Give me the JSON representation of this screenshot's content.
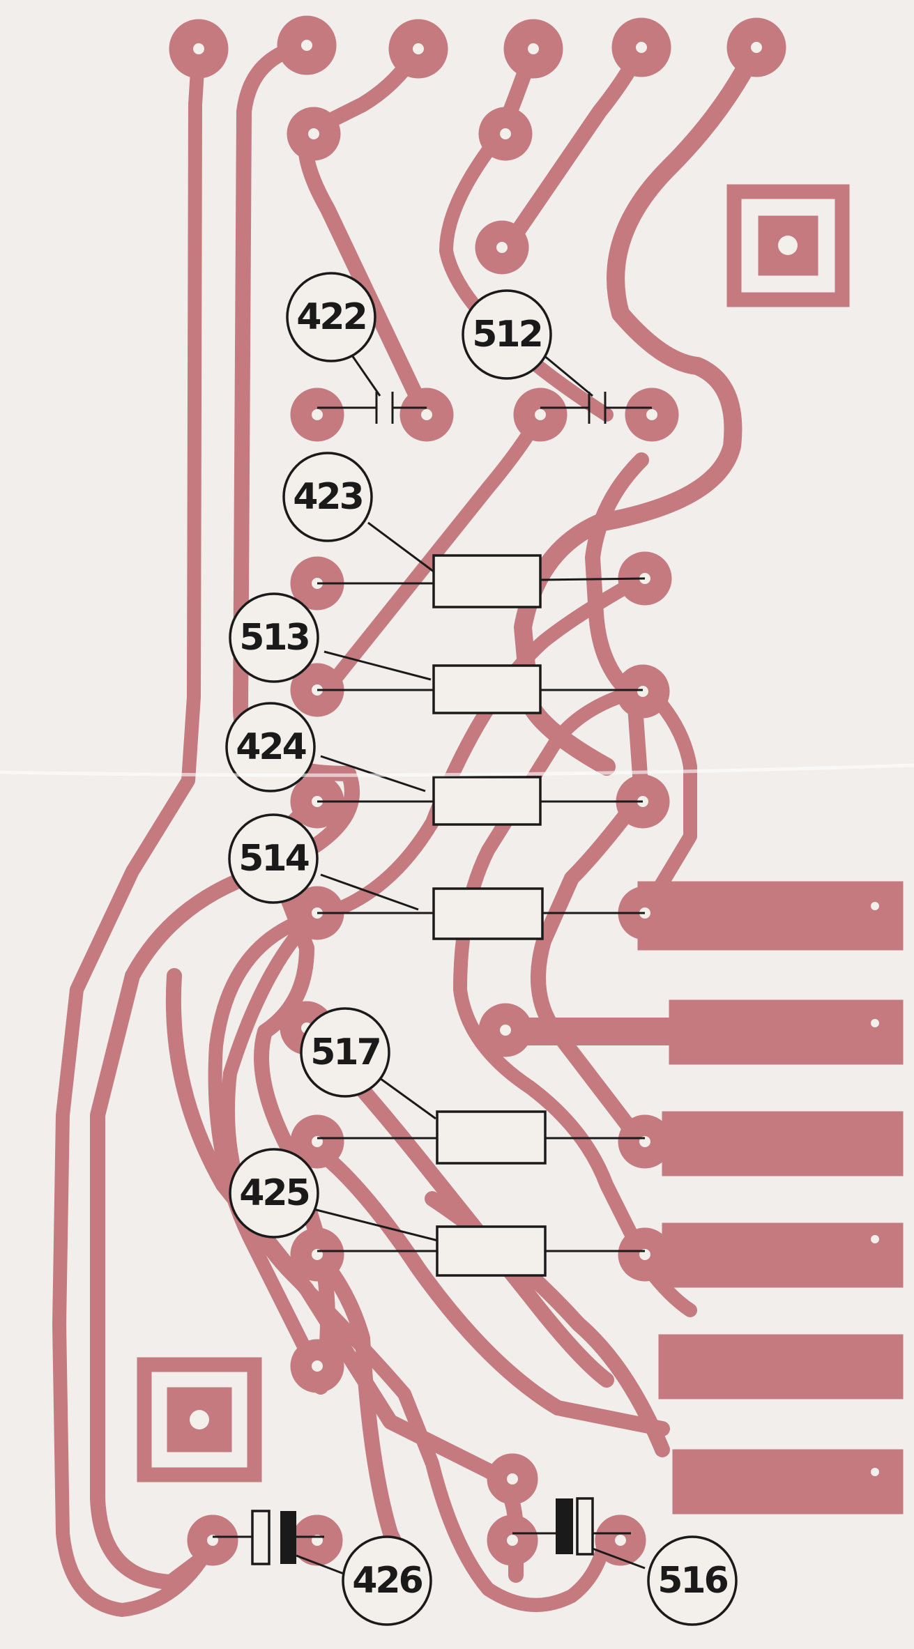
{
  "board": {
    "trace_color": "#c47a7f",
    "ink_color": "#1a1a1a",
    "paper_color": "#f1eeeb"
  },
  "labels": {
    "c422": "422",
    "c512": "512",
    "r423": "423",
    "r513": "513",
    "r424": "424",
    "r514": "514",
    "r517": "517",
    "r425": "425",
    "c426": "426",
    "c516": "516"
  }
}
